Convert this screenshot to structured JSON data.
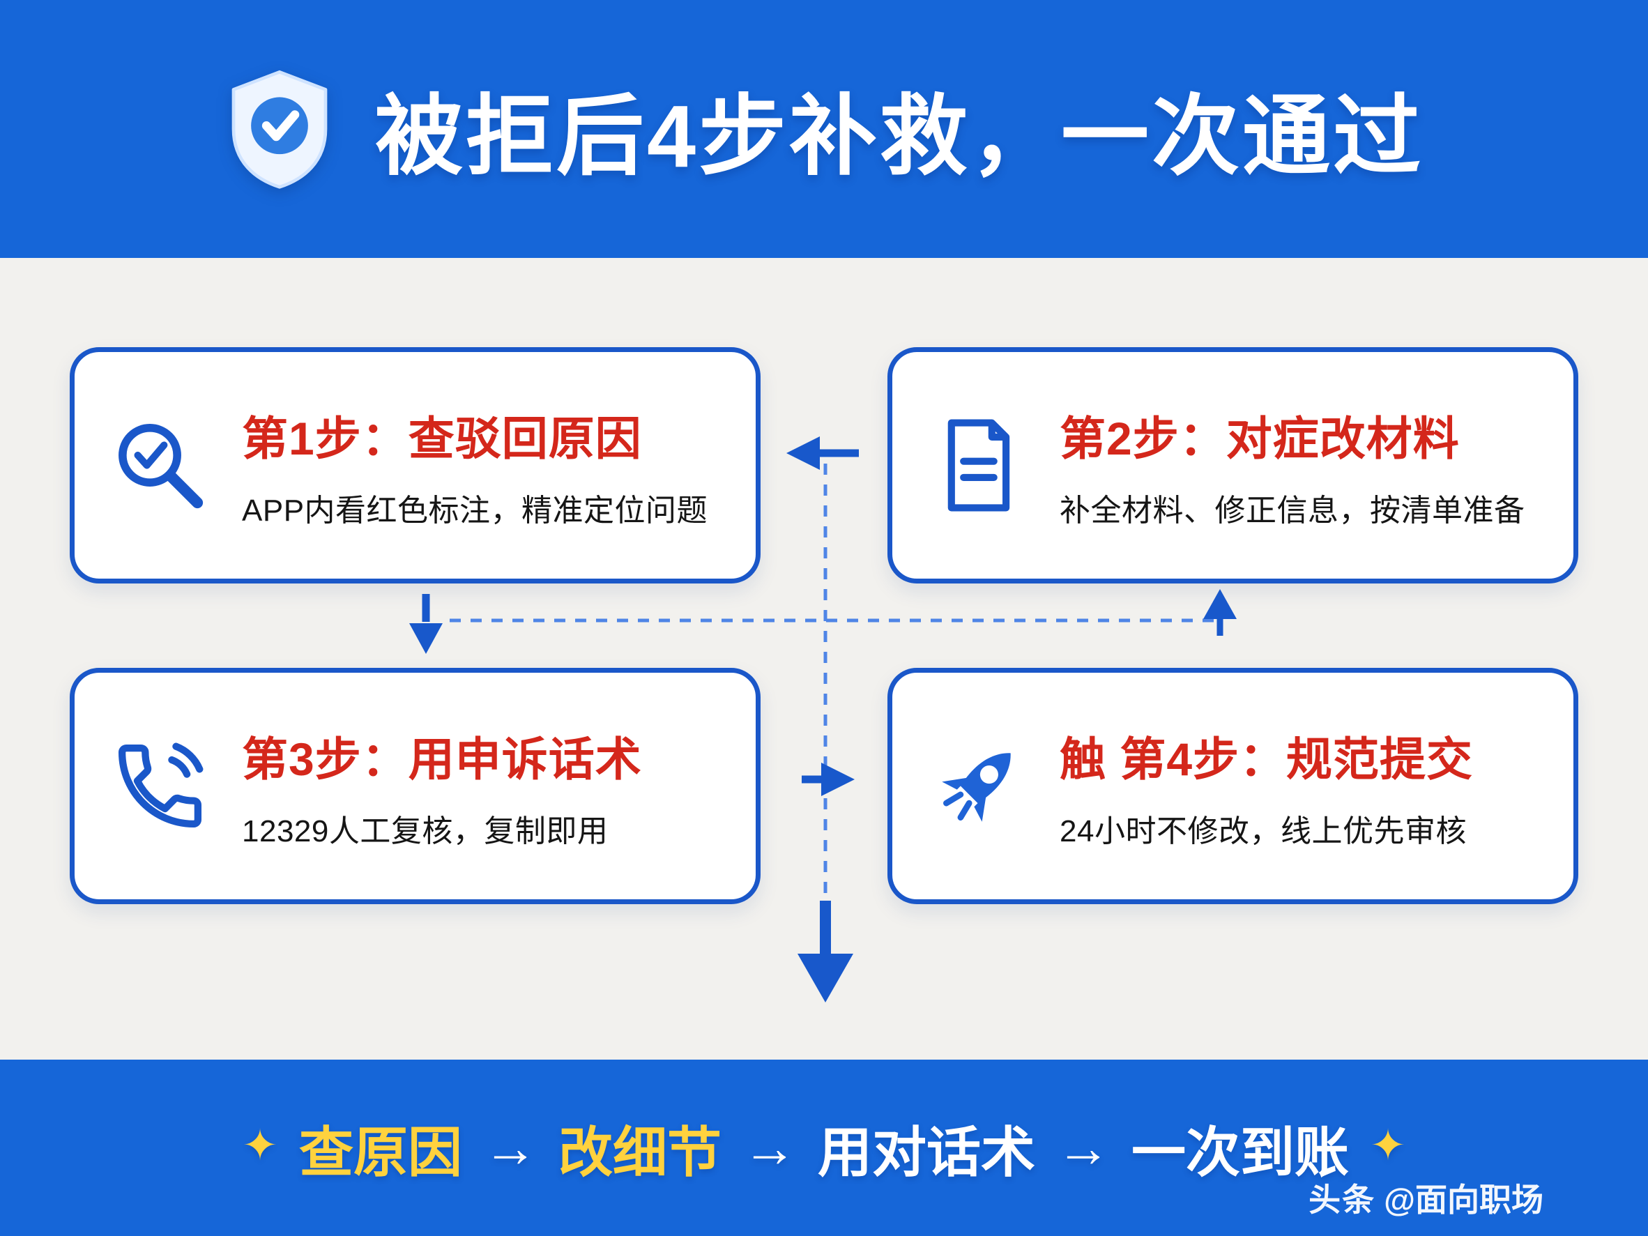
{
  "colors": {
    "banner_blue": "#1666d8",
    "card_border_blue": "#1a57c9",
    "icon_blue": "#1f63d6",
    "step_red": "#d4271b",
    "highlight_yellow": "#ffd23e",
    "background_light": "#f2f1ee",
    "text_dark": "#151515"
  },
  "header": {
    "title": "被拒后4步补救，一次通过",
    "icon": "shield-check-icon"
  },
  "steps": [
    {
      "icon": "magnifier-check-icon",
      "title": "第1步：查驳回原因",
      "subtitle": "APP内看红色标注，精准定位问题"
    },
    {
      "icon": "document-icon",
      "title": "第2步：对症改材料",
      "subtitle": "补全材料、修正信息，按清单准备"
    },
    {
      "icon": "phone-icon",
      "title": "第3步：用申诉话术",
      "subtitle": "12329人工复核，复制即用"
    },
    {
      "icon": "rocket-icon",
      "title": "触 第4步：规范提交",
      "subtitle": "24小时不修改，线上优先审核"
    }
  ],
  "footer": {
    "segments": [
      {
        "text": "✦"
      },
      {
        "text": "查原因"
      },
      {
        "text": "→"
      },
      {
        "text": "改细节"
      },
      {
        "text": "→"
      },
      {
        "text": "用对话术"
      },
      {
        "text": "→"
      },
      {
        "text": "一次到账"
      },
      {
        "text": "✦"
      }
    ],
    "watermark_logo": "头条",
    "watermark_handle": "@面向职场"
  }
}
